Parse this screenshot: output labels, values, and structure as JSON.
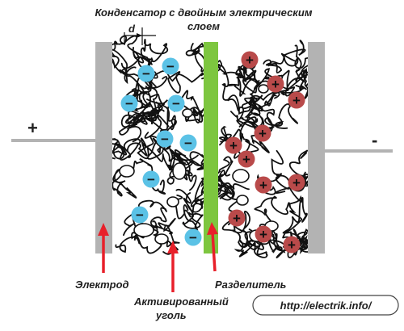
{
  "title": {
    "line1": "Конденсатор с двойным электрическим",
    "line2": "слоем"
  },
  "labels": {
    "d": "d",
    "electrode": "Электрод",
    "carbon_line1": "Активированный",
    "carbon_line2": "уголь",
    "separator": "Разделитель",
    "url": "http://electrik.info/"
  },
  "terminals": {
    "positive": "+",
    "negative": "-"
  },
  "ions": {
    "anion_sign": "−",
    "cation_sign": "+"
  },
  "colors": {
    "electrode": "#b3b3b3",
    "separator": "#7dc63f",
    "anion": "#5bc2e6",
    "cation": "#b94a4a",
    "arrow": "#e8202a",
    "fibers": "#111111",
    "url_box_border": "#444444"
  }
}
